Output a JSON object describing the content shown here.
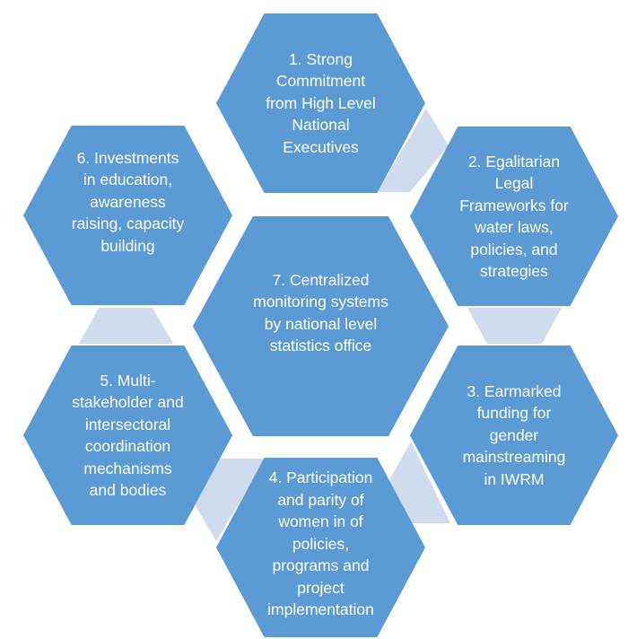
{
  "colors": {
    "hexagon": "#5b9bd5",
    "connector": "#d0dbed",
    "text": "#ffffff"
  },
  "hexagons": [
    {
      "label": "1. Strong\nCommitment\nfrom High Level\nNational\nExecutives"
    },
    {
      "label": "2. Egalitarian\nLegal\nFrameworks for\nwater laws,\npolicies, and\nstrategies"
    },
    {
      "label": "3. Earmarked\nfunding for\ngender\nmainstreaming\nin IWRM"
    },
    {
      "label": "4. Participation\nand parity of\nwomen in of\npolicies,\nprograms and\nproject\nimplementation"
    },
    {
      "label": "5. Multi-\nstakeholder and\nintersectoral\ncoordination\nmechanisms\nand bodies"
    },
    {
      "label": "6. Investments\nin education,\nawareness\nraising, capacity\nbuilding"
    },
    {
      "label": "7. Centralized\nmonitoring systems\nby national level\nstatistics office"
    }
  ]
}
